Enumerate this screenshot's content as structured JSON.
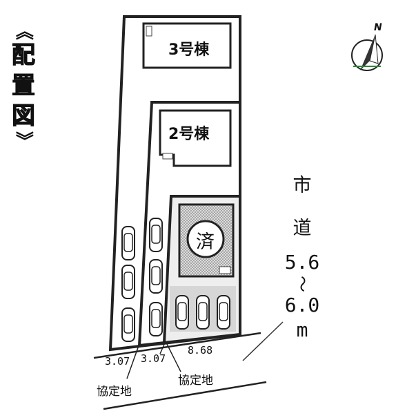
{
  "title": {
    "open": "《",
    "chars": [
      "配",
      "置",
      "図"
    ],
    "close": "》"
  },
  "compass": {
    "label": "N"
  },
  "buildings": {
    "b3": "3号棟",
    "b2": "2号棟",
    "sold": "済"
  },
  "road": {
    "name": [
      "市",
      "道"
    ],
    "width_from": "5.6",
    "tilde": "～",
    "width_to": "6.0",
    "unit": "m"
  },
  "dimensions": {
    "d1": "3.07",
    "d2": "3.07",
    "d3": "8.68"
  },
  "agreement_land": [
    "協定地",
    "協定地"
  ]
}
